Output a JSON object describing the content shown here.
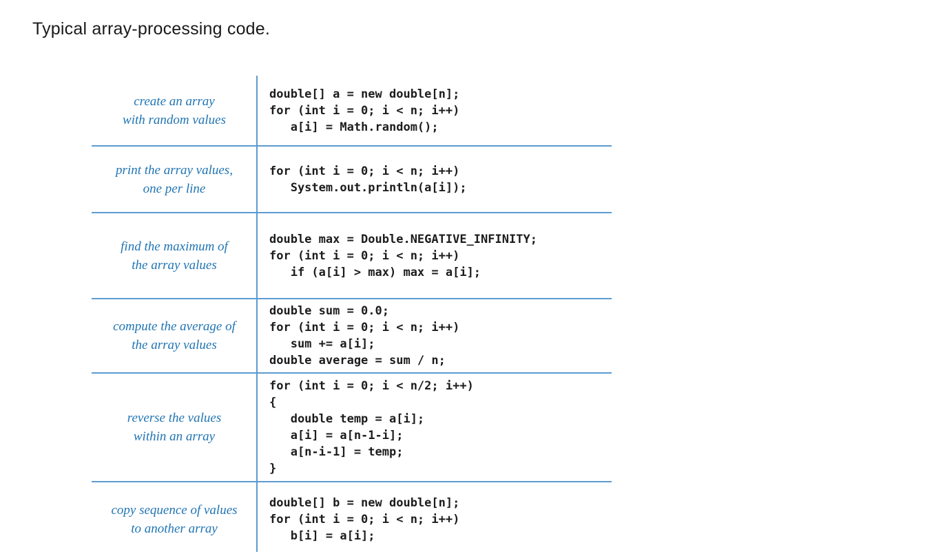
{
  "title": "Typical array-processing code.",
  "colors": {
    "label_blue": "#2175b4",
    "line_blue": "#5b9bd0",
    "code_color": "#1c1c1c",
    "title_color": "#1a1a1a"
  },
  "table": {
    "rows": [
      {
        "label_lines": [
          "create an array",
          "with random values"
        ],
        "code": "double[] a = new double[n];\nfor (int i = 0; i < n; i++)\n   a[i] = Math.random();"
      },
      {
        "label_lines": [
          "print the array values,",
          "one per line"
        ],
        "code": "for (int i = 0; i < n; i++)\n   System.out.println(a[i]);"
      },
      {
        "label_lines": [
          "find the maximum of",
          "the array values"
        ],
        "code": "double max = Double.NEGATIVE_INFINITY;\nfor (int i = 0; i < n; i++)\n   if (a[i] > max) max = a[i];"
      },
      {
        "label_lines": [
          "compute the average of",
          "the array values"
        ],
        "code": "double sum = 0.0;\nfor (int i = 0; i < n; i++)\n   sum += a[i];\ndouble average = sum / n;"
      },
      {
        "label_lines": [
          "reverse the values",
          "within an array"
        ],
        "code": "for (int i = 0; i < n/2; i++)\n{\n   double temp = a[i];\n   a[i] = a[n-1-i];\n   a[n-i-1] = temp;\n}"
      },
      {
        "label_lines": [
          "copy sequence of values",
          "to another array"
        ],
        "code": "double[] b = new double[n];\nfor (int i = 0; i < n; i++)\n   b[i] = a[i];"
      }
    ]
  }
}
